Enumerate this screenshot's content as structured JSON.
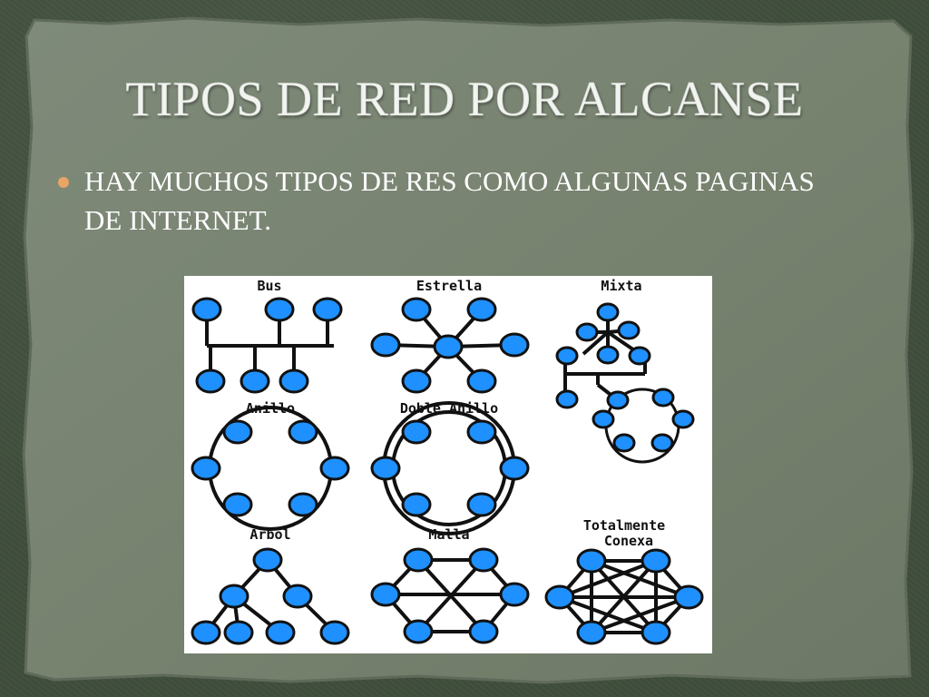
{
  "slide": {
    "title": "TIPOS DE RED POR ALCANSE",
    "bullet": "HAY MUCHOS TIPOS DE RES COMO ALGUNAS PAGINAS DE INTERNET."
  },
  "diagram": {
    "labels": {
      "bus": "Bus",
      "estrella": "Estrella",
      "mixta": "Mixta",
      "anillo": "Anillo",
      "doble_anillo": "Doble Anillo",
      "arbol": "Árbol",
      "malla": "Malla",
      "totalmente_line1": "Totalmente",
      "totalmente_line2": "Conexa"
    },
    "colors": {
      "node_fill": "#1e90ff",
      "node_stroke": "#111111",
      "line": "#111111",
      "bullet": "#e8a565"
    }
  }
}
